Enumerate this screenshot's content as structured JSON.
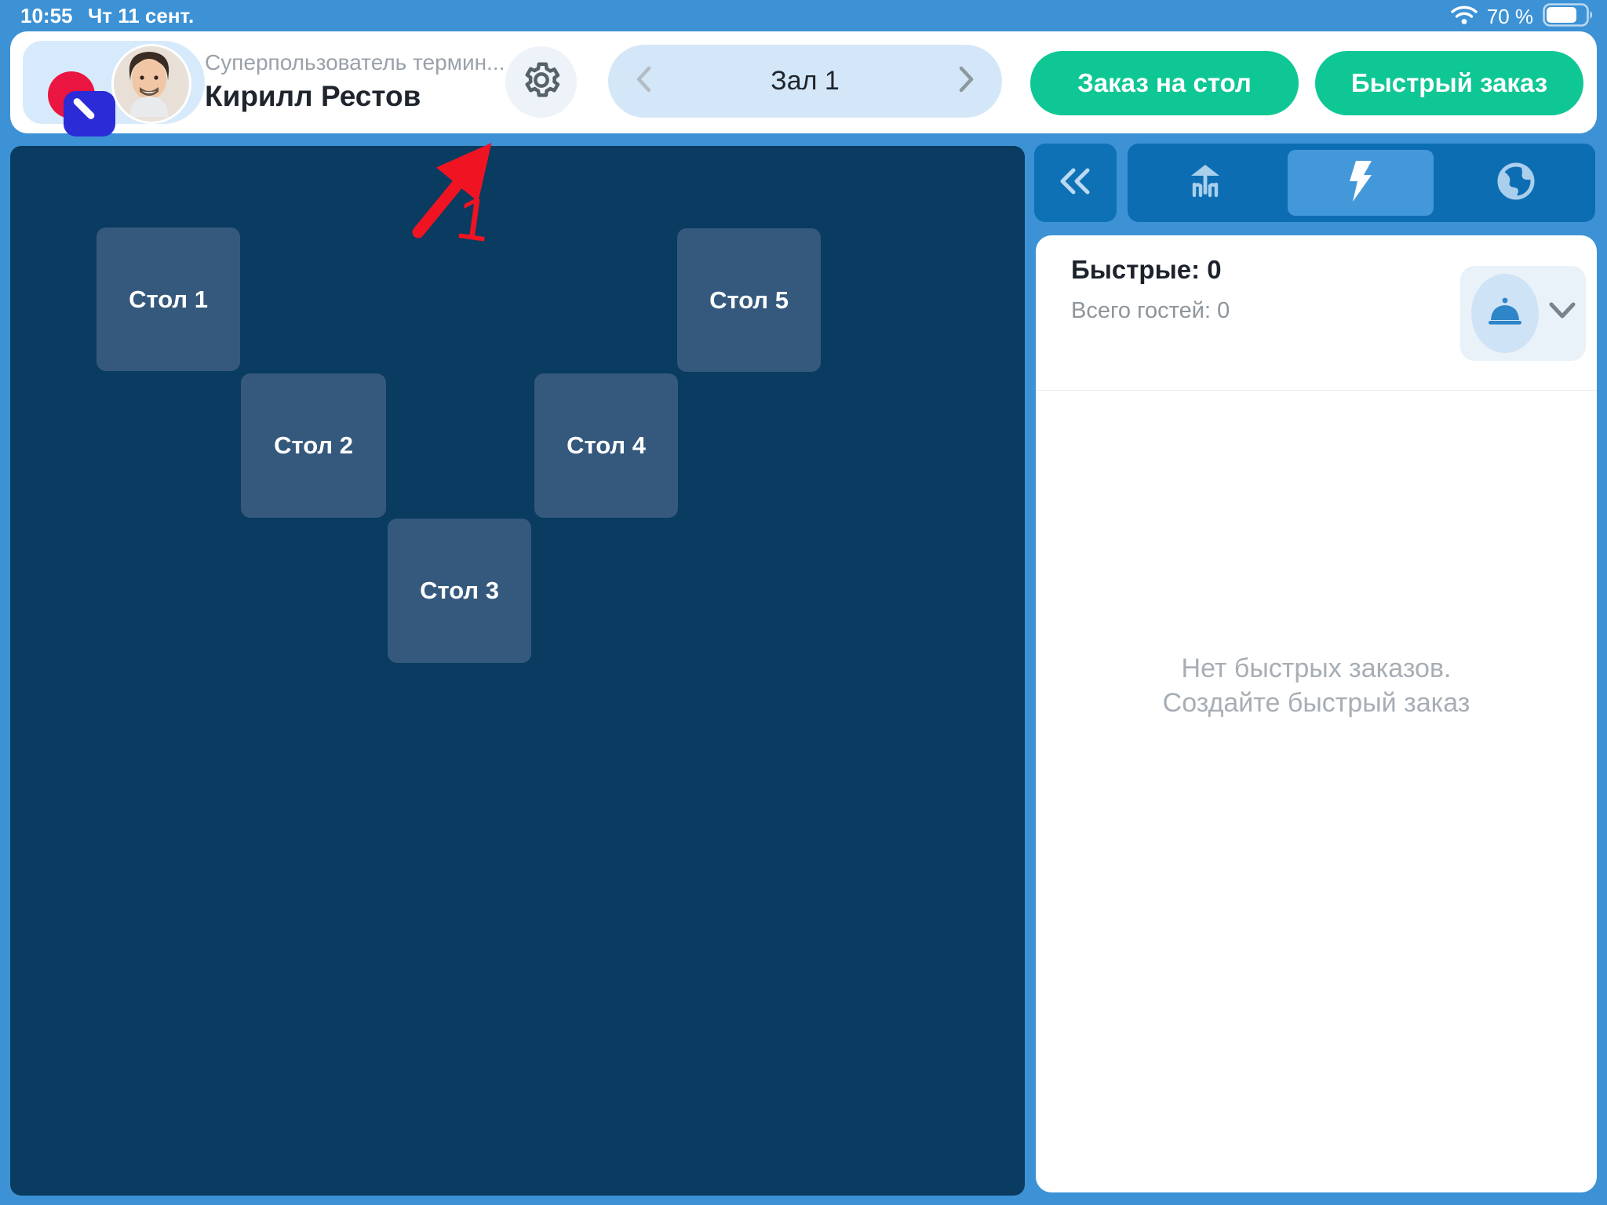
{
  "status_bar": {
    "time": "10:55",
    "date": "Чт 11 сент.",
    "battery_percent": "70 %"
  },
  "header": {
    "user_role": "Суперпользователь термин...",
    "user_name": "Кирилл Рестов",
    "hall_selector": "Зал 1",
    "order_on_table_button": "Заказ на стол",
    "quick_order_button": "Быстрый заказ"
  },
  "floor_plan": {
    "hall_name": "Зал 1",
    "tables": [
      {
        "label": "Стол 1"
      },
      {
        "label": "Стол 2"
      },
      {
        "label": "Стол 3"
      },
      {
        "label": "Стол 4"
      },
      {
        "label": "Стол 5"
      }
    ]
  },
  "quick_panel": {
    "title": "Быстрые: 0",
    "guests_total": "Всего гостей: 0",
    "empty_line1": "Нет быстрых заказов.",
    "empty_line2": "Создайте быстрый заказ",
    "icons": [
      "collapse-panel-icon",
      "terrace-icon",
      "lightning-icon",
      "globe-icon",
      "cloche-icon",
      "chevron-down-icon"
    ]
  },
  "annotation": {
    "step_label": "1",
    "target": "gear-icon"
  },
  "colors": {
    "background_blue": "#3c92d5",
    "floor_navy": "#0a3b60",
    "table_fill": "#35597d",
    "accent_green": "#0fc794",
    "toolbar_blue": "#0d6db3",
    "toolbar_active_blue": "#4398d9",
    "chip_light_blue": "#d3e7f8",
    "annotation_red": "#f01422"
  }
}
